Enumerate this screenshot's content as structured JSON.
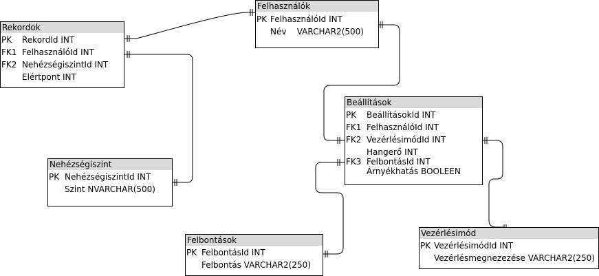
{
  "entities": {
    "rekordok": {
      "title": "Rekordok",
      "rows": [
        {
          "key": "PK",
          "text": "RekordId INT"
        },
        {
          "key": "FK1",
          "text": "FelhasználóId INT"
        },
        {
          "key": "FK2",
          "text": "NehézségiszintId INT"
        },
        {
          "key": "",
          "text": "Elértpont INT"
        }
      ]
    },
    "felhasznalok": {
      "title": "Felhasználók",
      "rows": [
        {
          "key": "PK",
          "text": "FelhasználóId INT"
        },
        {
          "key": "",
          "text": "Név    VARCHAR2(500)"
        }
      ]
    },
    "beallitasok": {
      "title": "Beállítások",
      "rows": [
        {
          "key": "PK",
          "text": "BeállításokId INT"
        },
        {
          "key": "FK1",
          "text": "FelhasználóId INT"
        },
        {
          "key": "FK2",
          "text": "VezérlésimódId INT"
        },
        {
          "key": "",
          "text": "Hangerő INT"
        },
        {
          "key": "FK3",
          "text": "FelbontásId INT"
        },
        {
          "key": "",
          "text": "Árnyékhatás BOOLEEN"
        }
      ]
    },
    "nehezsegiszint": {
      "title": "Nehézségiszint",
      "rows": [
        {
          "key": "PK",
          "text": "NehézségiszintId INT"
        },
        {
          "key": "",
          "text": "Szint NVARCHAR(500)"
        }
      ]
    },
    "felbontasok": {
      "title": "Felbontások",
      "rows": [
        {
          "key": "PK",
          "text": "FelbontásId INT"
        },
        {
          "key": "",
          "text": "Felbontás VARCHAR2(250)"
        }
      ]
    },
    "vezerlesimod": {
      "title": "Vezérlésimód",
      "rows": [
        {
          "key": "PK",
          "text": "VezérlésimódId INT"
        },
        {
          "key": "",
          "text": "Vezérlésmegnezezése VARCHAR2(250)"
        }
      ]
    }
  },
  "colors": {
    "header": "#dadada",
    "border": "#000000",
    "line": "#000000"
  }
}
